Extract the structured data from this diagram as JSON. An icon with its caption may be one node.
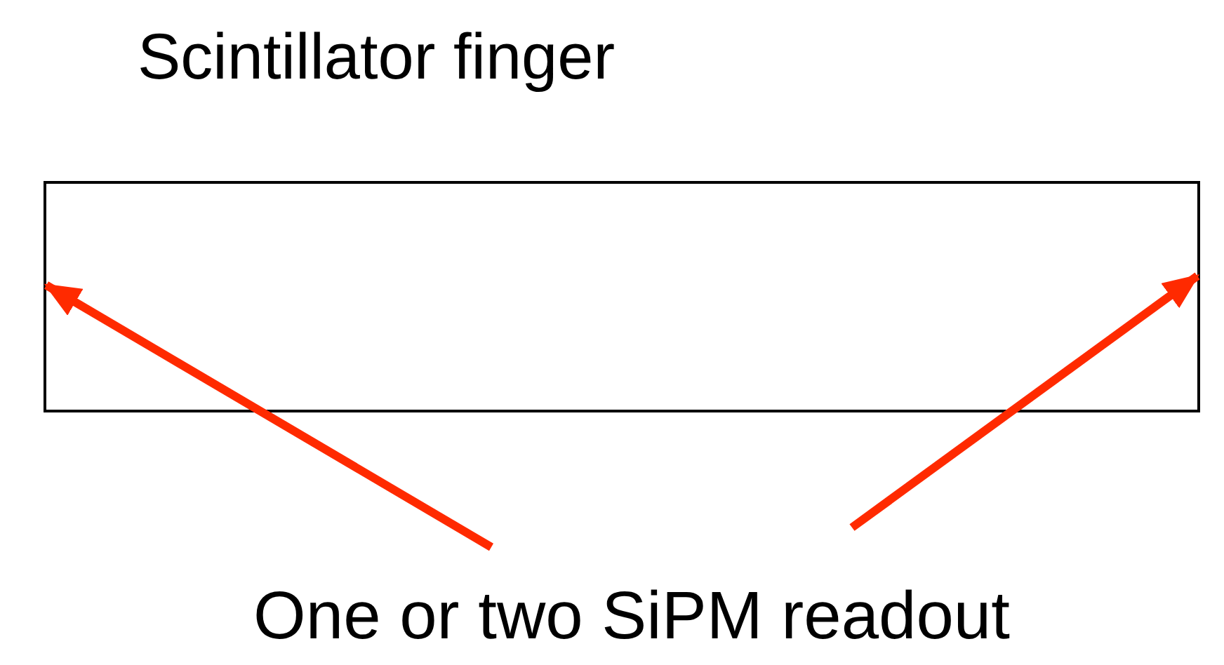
{
  "diagram": {
    "title": "Scintillator finger",
    "nodes": [
      {
        "text": [],
        "shape": "box"
      },
      {
        "text": [
          "One or two SiPM readout"
        ]
      }
    ],
    "edges": [
      {
        "from": 1,
        "to": 0,
        "arrow": "to"
      },
      {
        "from": 1,
        "to": 0,
        "arrow": "to"
      }
    ]
  }
}
